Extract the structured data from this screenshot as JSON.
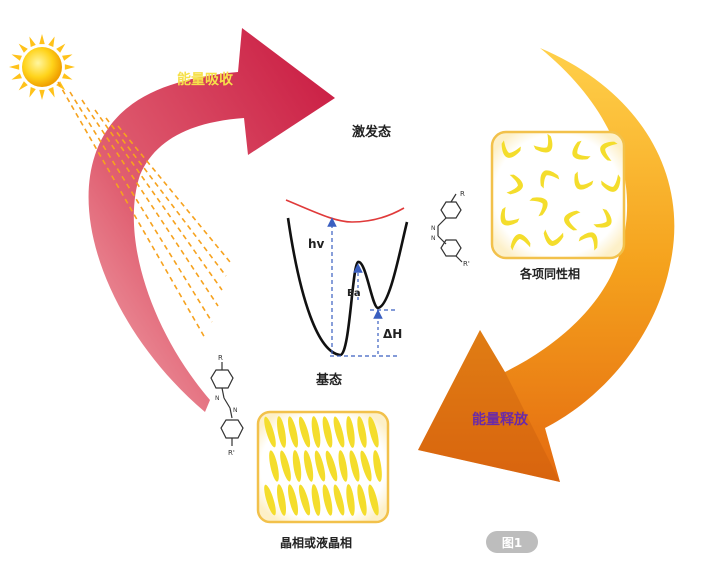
{
  "labels": {
    "energy_absorb": "能量吸收",
    "excited_state": "激发态",
    "ground_state": "基态",
    "energy_release": "能量释放",
    "isotropic_phase": "各项同性相",
    "crystal_phase": "晶相或液晶相",
    "figure_badge": "图1",
    "hv": "hv",
    "ea": "Ea",
    "delta_h": "ΔH"
  },
  "molecule": {
    "substituent_top": "R",
    "substituent_bottom": "R'",
    "azo_n": "N"
  },
  "colors": {
    "absorb_arrow": "#d21f4b",
    "release_arrow": "#f08a10",
    "absorb_text": "#f6e04a",
    "release_text": "#6a2aa8",
    "frame": "#f2c14b",
    "shape_yellow": "#f4dd2c",
    "excited_curve": "#e03a3a",
    "guide_lines": "#3a5fc0",
    "badge": "#bdbdbd"
  },
  "icons": [
    "sun-icon"
  ]
}
